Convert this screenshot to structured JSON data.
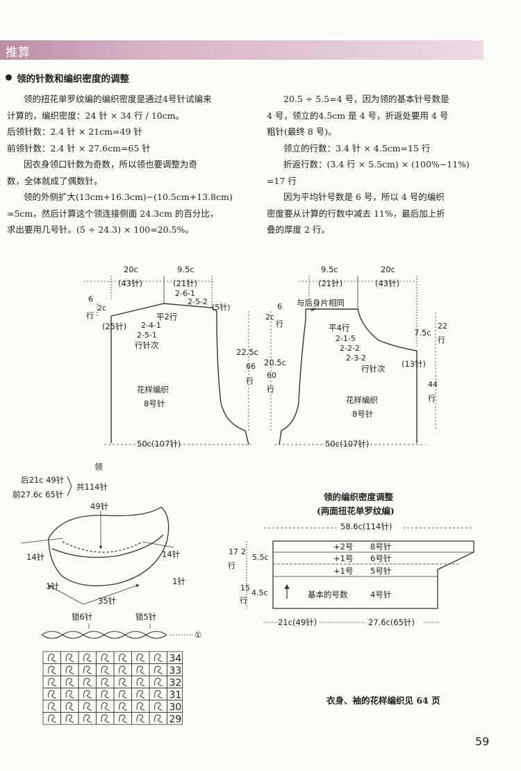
{
  "header": {
    "title": "推算"
  },
  "section": {
    "title": "领的针数和编织密度的调整"
  },
  "left_col": [
    "领的扭花单罗纹编的编织密度是通过4号针试编来",
    "计算的，编织密度：24 针 × 34 行 / 10cm。",
    "后领针数：2.4 针 × 21cm=49 针",
    "前领针数：2.4 针 × 27.6cm=65 针",
    "因衣身领口针数为奇数，所以领也要调整为奇",
    "数，全体就成了偶数针。",
    "领的外侧扩大(13cm+16.3cm)−(10.5cm+13.8cm)",
    "=5cm，然后计算这个领连接侧面 24.3cm 的百分比，",
    "求出要用几号针。(5 ÷ 24.3) × 100=20.5%。"
  ],
  "right_col": [
    "20.5 ÷ 5.5=4 号，因为领的基本针号数是",
    "4 号，领立的4.5cm 是 4 号，折返处要用 4 号",
    "粗针(最终 8 号)。",
    "领立的行数：3.4 针 × 4.5cm=15 行",
    "折返行数：(3.4 行 × 5.5cm) × (100%−11%)",
    "=17 行",
    "因为平均针号数是 6 号，所以 4 号的编织",
    "密度要从计算的行数中减去 11%，最后加上折",
    "叠的厚度 2 行。"
  ],
  "back_body": {
    "w_20": "20c",
    "w_20_st": "(43针)",
    "w_95": "9.5c",
    "w_95_st": "(21针)",
    "dec_a": "2-6-1",
    "dec_b": "2-5-2",
    "st5": "(5针)",
    "r6": "6",
    "r6_unit": "行",
    "h2": "2c",
    "st25": "(25针)",
    "flat2": "平2行",
    "dec_c": "2-4-1",
    "dec_d": "2-5-1",
    "dec_label": "行针次",
    "h225": "22.5c",
    "r66": "66",
    "r66_unit": "行",
    "pattern": "花样编织",
    "needle": "8号针",
    "width": "50c(107针)"
  },
  "front_body": {
    "w_95": "9.5c",
    "w_95_st": "(21针)",
    "w_20": "20c",
    "w_20_st": "(43针)",
    "same_as_back": "与后身片相同",
    "r6": "6",
    "r6_unit": "行",
    "h2": "2c",
    "h205": "20.5c",
    "r60": "60",
    "r60_unit": "行",
    "flat4": "平4行",
    "dec_a": "2-1-5",
    "dec_b": "2-2-2",
    "dec_c": "2-3-2",
    "dec_label": "行针次",
    "st13": "(13针)",
    "h75": "7.5c",
    "r22": "22",
    "r22_unit": "行",
    "r44": "44",
    "r44_unit": "行",
    "pattern": "花样编织",
    "needle": "8号针",
    "width": "50c(107针)"
  },
  "collar": {
    "title": "领",
    "back": "后21c  49针",
    "front": "前27.6c  65针",
    "total": "共114针",
    "top": "49针",
    "left14": "14针",
    "right14": "14针",
    "left1": "1针",
    "right1": "1针",
    "bottom": "35针"
  },
  "chain": {
    "left": "锁6针",
    "right": "锁5针",
    "circle": "①"
  },
  "chart_rows": [
    "34",
    "33",
    "32",
    "31",
    "30",
    "29"
  ],
  "adjust": {
    "title": "领的编织密度调整",
    "subtitle": "(两面扭花单罗纹编)",
    "top_w": "58.6c(114针)",
    "rows": [
      {
        "plus": "+2号",
        "needle": "8号针"
      },
      {
        "plus": "+1号",
        "needle": "6号针"
      },
      {
        "plus": "+1号",
        "needle": "5号针"
      }
    ],
    "base": "基本的号数",
    "base_needle": "4号针",
    "r17": "17",
    "r2": "2",
    "r_unit": "行",
    "h55": "5.5c",
    "r15": "15",
    "h45": "4.5c",
    "bottom_left": "21c(49针)",
    "bottom_right": "27.6c(65针)"
  },
  "note": "衣身、袖的花样编织见 64 页",
  "page_number": "59"
}
